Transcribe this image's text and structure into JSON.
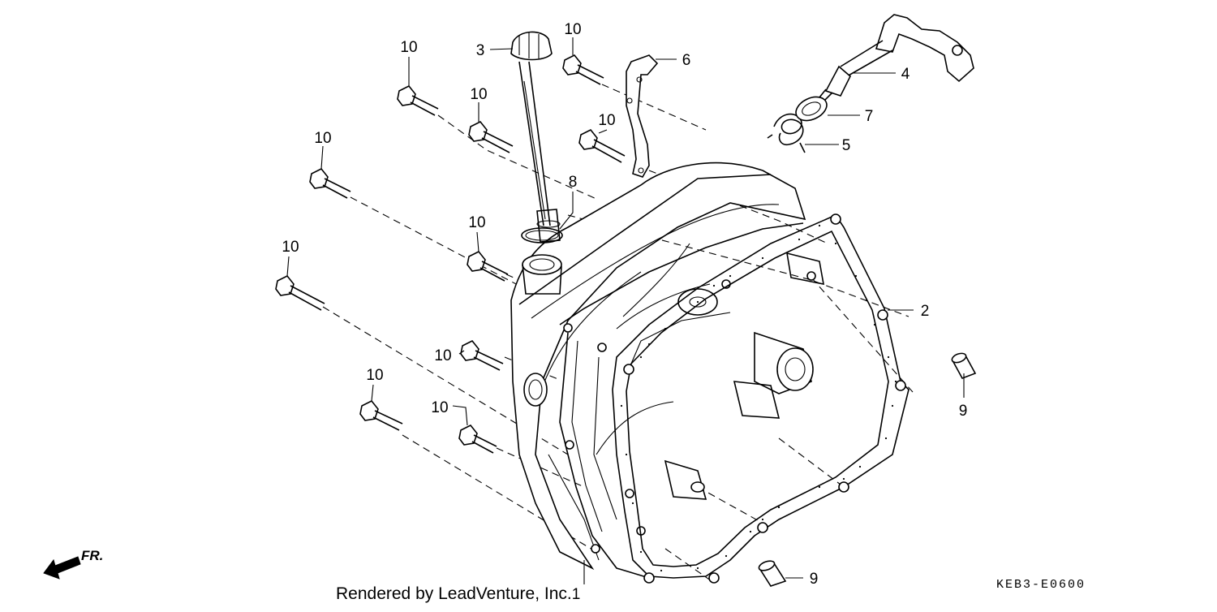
{
  "diagram": {
    "callouts": {
      "p1": "1",
      "p2": "2",
      "p3": "3",
      "p4": "4",
      "p5": "5",
      "p6": "6",
      "p7": "7",
      "p8": "8",
      "p9a": "9",
      "p9b": "9",
      "p10": "10"
    },
    "front_label": "FR.",
    "credit": "Rendered by LeadVenture, Inc.",
    "diagram_code": "KEB3-E0600"
  }
}
